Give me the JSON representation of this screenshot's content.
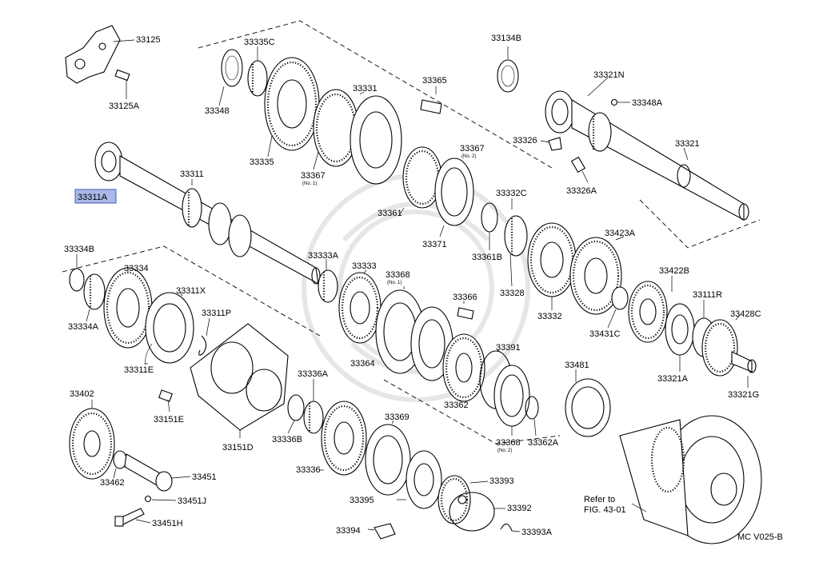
{
  "diagram": {
    "highlighted_part": "33311A",
    "highlight_color": "#a9b8e8",
    "labels": {
      "p33125": "33125",
      "p33125A": "33125A",
      "p33335C": "33335C",
      "p33348": "33348",
      "p33335": "33335",
      "p33331": "33331",
      "p33367a": "33367",
      "p33367a_sub": "(No. 1)",
      "p33365": "33365",
      "p33367b": "33367",
      "p33367b_sub": "(No. 2)",
      "p33361": "33361",
      "p33371": "33371",
      "p33361B": "33361B",
      "p33134B": "33134B",
      "p33321N": "33321N",
      "p33348A": "33348A",
      "p33326": "33326",
      "p33326A": "33326A",
      "p33321": "33321",
      "p33311A": "33311A",
      "p33311": "33311",
      "p33332C": "33332C",
      "p33423A": "33423A",
      "p33328": "33328",
      "p33332": "33332",
      "p33422B": "33422B",
      "p33111R": "33111R",
      "p33428C": "33428C",
      "p33431C": "33431C",
      "p33321A": "33321A",
      "p33321G": "33321G",
      "p33334B": "33334B",
      "p33334": "33334",
      "p33334A": "33334A",
      "p33311X": "33311X",
      "p33311P": "33311P",
      "p33311E": "33311E",
      "p33333A": "33333A",
      "p33333": "33333",
      "p33368a": "33368",
      "p33368a_sub": "(No. 1)",
      "p33366": "33366",
      "p33364": "33364",
      "p33391": "33391",
      "p33362": "33362",
      "p33368b": "33368",
      "p33368b_sub": "(No. 2)",
      "p33362A": "33362A",
      "p33481": "33481",
      "p33402": "33402",
      "p33151E": "33151E",
      "p33151D": "33151D",
      "p33336A": "33336A",
      "p33336B": "33336B",
      "p33369": "33369",
      "p33336": "33336",
      "p33462": "33462",
      "p33451": "33451",
      "p33451J": "33451J",
      "p33451H": "33451H",
      "p33395": "33395",
      "p33393": "33393",
      "p33392": "33392",
      "p33394": "33394",
      "p33393A": "33393A",
      "refer1": "Refer to",
      "refer2": "FIG. 43-01",
      "code": "MC V025-B"
    }
  }
}
